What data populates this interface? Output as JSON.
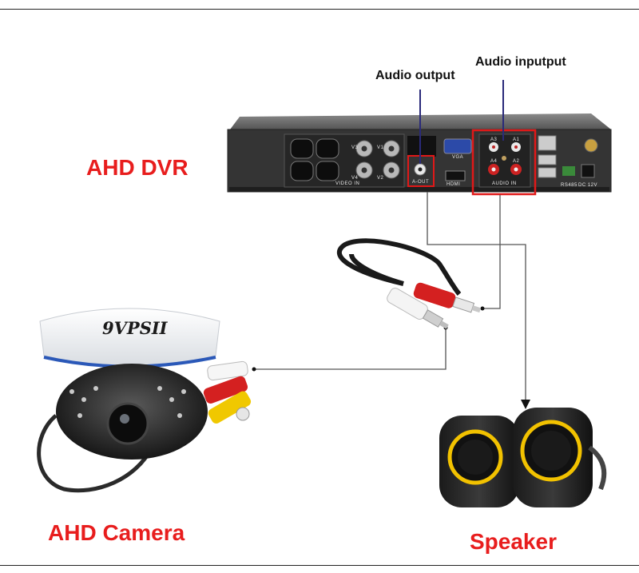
{
  "labels": {
    "dvr": "AHD DVR",
    "camera": "AHD Camera",
    "speaker": "Speaker",
    "audio_output": "Audio output",
    "audio_input": "Audio inputput"
  },
  "dvr_panel": {
    "video_in": "VIDEO IN",
    "audio_in": "AUDIO IN",
    "a_out": "A-OUT",
    "vga": "VGA",
    "hdmi": "HDMI",
    "rs485": "RS485",
    "dc12v": "DC 12V",
    "channels": [
      "V1",
      "V2",
      "V3",
      "V4"
    ],
    "audio_channels": [
      "A1",
      "A2",
      "A3",
      "A4"
    ]
  },
  "camera": {
    "brand": "9VPSII"
  },
  "colors": {
    "title": "#e81d1d",
    "highlight_box": "#e01818",
    "connector_line": "#2a2a7a",
    "dvr_body": "#3a3a3a",
    "speaker_ring": "#f2c200"
  }
}
